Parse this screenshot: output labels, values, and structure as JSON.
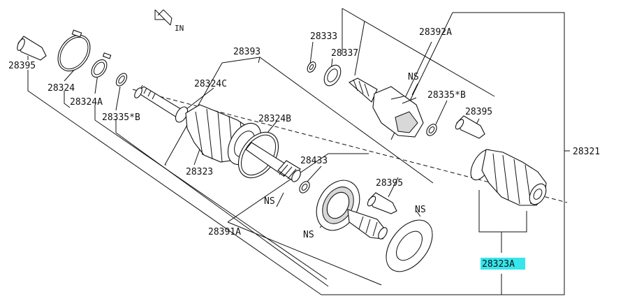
{
  "direction": {
    "label": "IN"
  },
  "labels": {
    "p28395_a": "28395",
    "p28324": "28324",
    "p28324A": "28324A",
    "p28335B_a": "28335*B",
    "p28393": "28393",
    "p28324C": "28324C",
    "p28324B": "28324B",
    "p28323": "28323",
    "p28391A": "28391A",
    "p28433": "28433",
    "ns_1": "NS",
    "ns_2": "NS",
    "p28395_b": "28395",
    "ns_3": "NS",
    "p28333": "28333",
    "p28337": "28337",
    "p28392A": "28392A",
    "ns_4": "NS",
    "p28335B_b": "28335*B",
    "p28395_c": "28395",
    "p28321": "28321",
    "p28323A": "28323A"
  },
  "colors": {
    "highlight": "#35e6ec",
    "line": "#111111"
  }
}
